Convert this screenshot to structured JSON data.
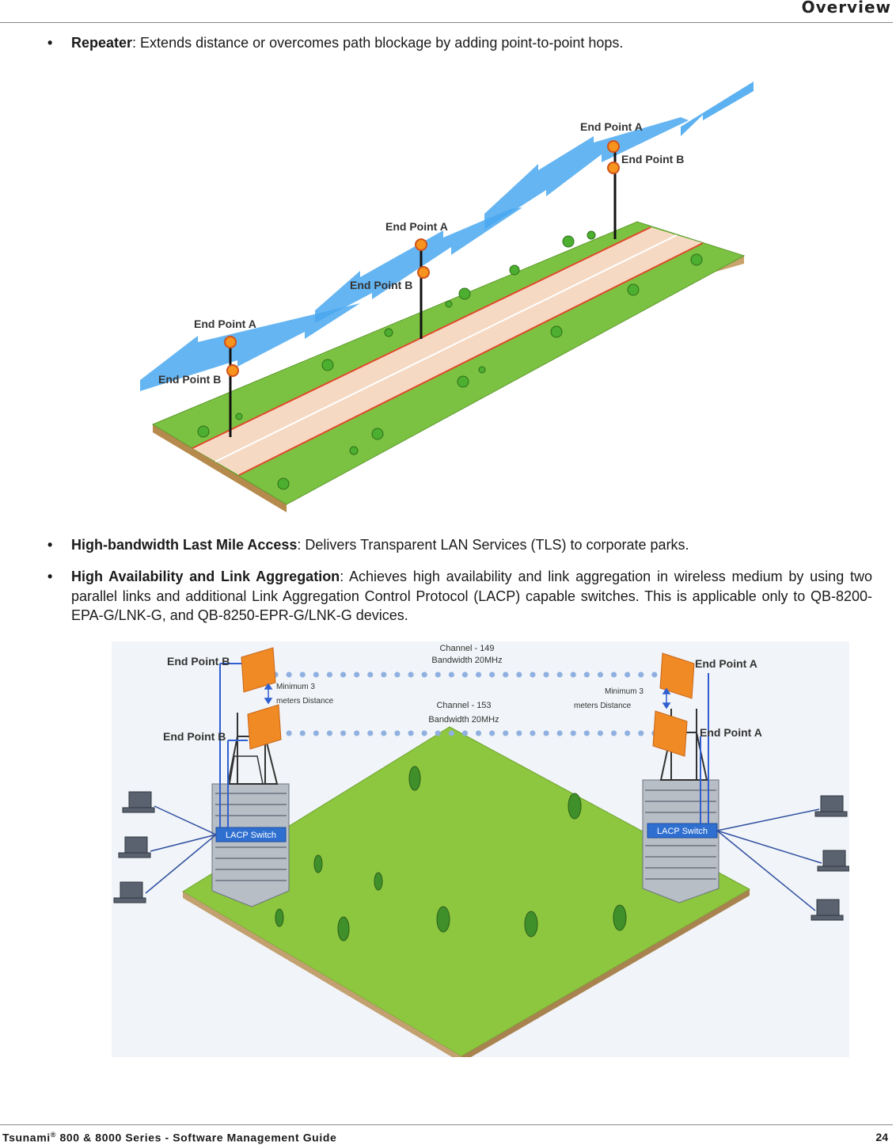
{
  "header": {
    "title": "Overview"
  },
  "bullets": [
    {
      "term": "Repeater",
      "text": ": Extends distance or overcomes path blockage by adding point-to-point hops."
    },
    {
      "term": "High-bandwidth Last Mile Access",
      "text": ": Delivers Transparent LAN Services (TLS) to corporate parks."
    },
    {
      "term": "High Availability and Link Aggregation",
      "text": ": Achieves high availability and link aggregation in wireless medium by using two parallel links and additional Link Aggregation Control Protocol (LACP) capable switches. This is applicable only to QB-8200-EPA-G/LNK-G, and QB-8250-EPR-G/LNK-G devices."
    }
  ],
  "figure1": {
    "labels": {
      "p1a": "End Point A",
      "p1b": "End Point B",
      "p2a": "End Point A",
      "p2b": "End Point B",
      "p3a": "End Point A",
      "p3b": "End Point B"
    }
  },
  "figure2": {
    "left_top": "End Point B",
    "left_bottom": "End Point B",
    "right_top": "End Point A",
    "right_bottom": "End Point A",
    "channel1_line1": "Channel - 149",
    "channel1_line2": "Bandwidth 20MHz",
    "channel2_line1": "Channel - 153",
    "channel2_line2": "Bandwidth 20MHz",
    "min_left_1": "Minimum 3",
    "min_left_2": "meters Distance",
    "min_right_1": "Minimum 3",
    "min_right_2": "meters Distance",
    "switch_left": "LACP Switch",
    "switch_right": "LACP Switch"
  },
  "footer": {
    "brand": "Tsunami",
    "reg": "®",
    "rest": " 800 & 8000 Series - Software Management Guide",
    "page": "24"
  },
  "colors": {
    "grass": "#7cc242",
    "road": "#f6d9c3",
    "bolt": "#4aa8f0",
    "node": "#f7941d"
  }
}
